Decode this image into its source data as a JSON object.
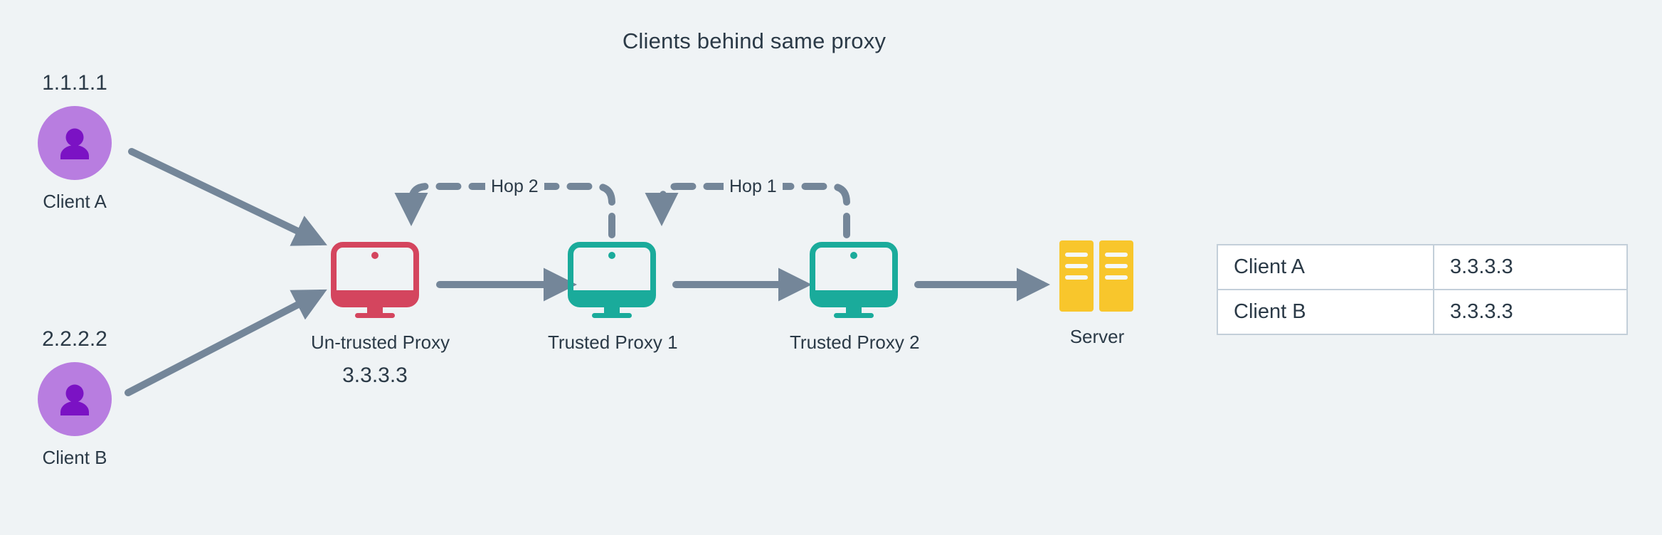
{
  "title": "Clients behind same proxy",
  "colors": {
    "background": "#eff3f5",
    "text": "#2b3a47",
    "arrow": "#748699",
    "client_circle": "#b87de0",
    "client_glyph": "#7b12c4",
    "untrusted_proxy": "#d4455e",
    "trusted_proxy": "#1aab9b",
    "server": "#f8c62c",
    "table_border": "#c3cfd9",
    "table_cell_bg": "#ffffff"
  },
  "clients": [
    {
      "ip": "1.1.1.1",
      "label": "Client A",
      "icon": "user-avatar-icon"
    },
    {
      "ip": "2.2.2.2",
      "label": "Client B",
      "icon": "user-avatar-icon"
    }
  ],
  "nodes": [
    {
      "label": "Un-trusted Proxy",
      "ip": "3.3.3.3",
      "icon": "monitor-icon",
      "state": "untrusted"
    },
    {
      "label": "Trusted Proxy 1",
      "ip": "",
      "icon": "monitor-icon",
      "state": "trusted"
    },
    {
      "label": "Trusted Proxy 2",
      "ip": "",
      "icon": "monitor-icon",
      "state": "trusted"
    },
    {
      "label": "Server",
      "ip": "",
      "icon": "server-icon",
      "state": "server"
    }
  ],
  "hops": [
    {
      "label": "Hop 2",
      "from": "Trusted Proxy 1",
      "to": "Un-trusted Proxy"
    },
    {
      "label": "Hop 1",
      "from": "Trusted Proxy 2",
      "to": "Trusted Proxy 1"
    }
  ],
  "table": {
    "rows": [
      {
        "client": "Client A",
        "ip": "3.3.3.3"
      },
      {
        "client": "Client B",
        "ip": "3.3.3.3"
      }
    ]
  }
}
